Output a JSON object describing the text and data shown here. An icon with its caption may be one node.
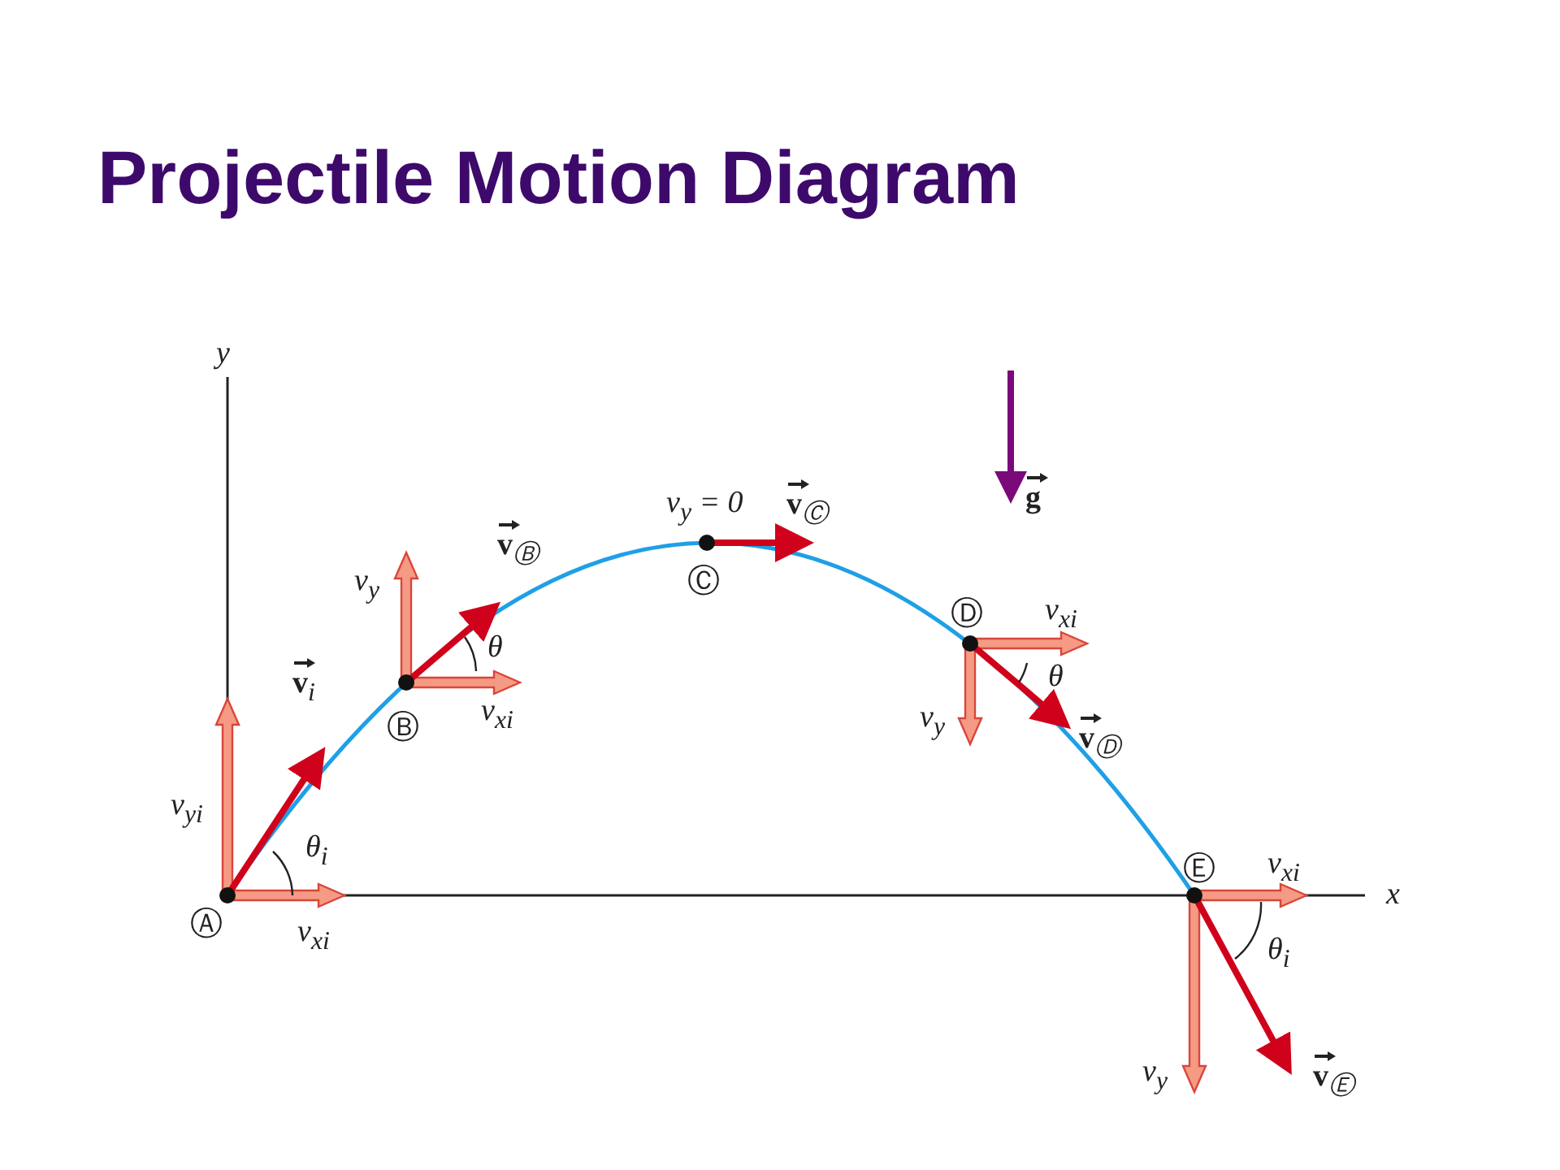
{
  "diagram": {
    "title": "Projectile Motion Diagram",
    "labels": [
      "y",
      "g",
      "v$_{y}$ = 0",
      "**v**$_{Ⓒ}$",
      "v$_{y}$",
      "**v**$_{Ⓑ}$",
      "Ⓒ",
      "Ⓓ",
      "v$_{xi}$",
      "θ",
      "θ",
      "**v**$_{i}$",
      "Ⓑ",
      "v$_{xi}$",
      "v$_{y}$",
      "**v**$_{Ⓓ}$",
      "v$_{yi}$",
      "θ$_{i}$",
      "Ⓔ",
      "v$_{xi}$",
      "x",
      "Ⓐ",
      "v$_{xi}$",
      "θ$_{i}$",
      "v$_{y}$",
      "**v**$_{Ⓔ}$"
    ]
  }
}
